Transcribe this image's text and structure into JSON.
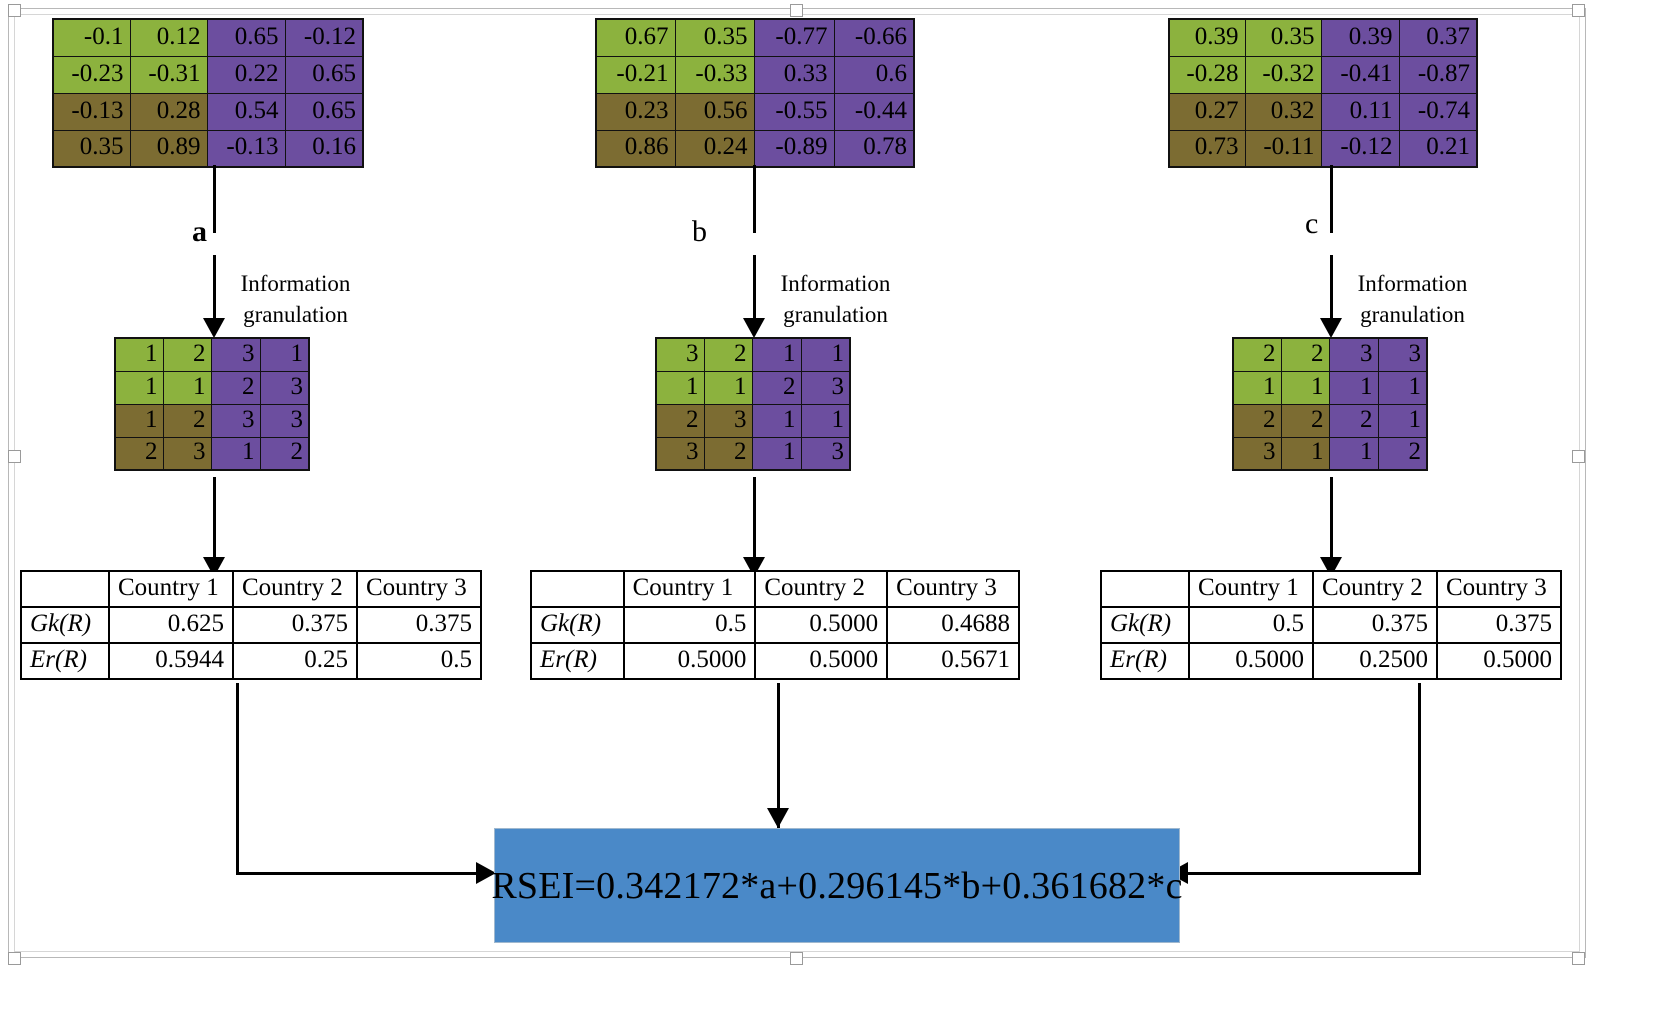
{
  "branches": [
    {
      "id": "a",
      "label": "a",
      "granulation_label": "Information\ngranulation",
      "granulation_line1": "Information",
      "granulation_line2": "granulation",
      "matrix": {
        "rows": [
          [
            "-0.1",
            "0.12",
            "0.65",
            "-0.12"
          ],
          [
            "-0.23",
            "-0.31",
            "0.22",
            "0.65"
          ],
          [
            "-0.13",
            "0.28",
            "0.54",
            "0.65"
          ],
          [
            "0.35",
            "0.89",
            "-0.13",
            "0.16"
          ]
        ],
        "cell_colors": [
          [
            "green",
            "green",
            "purple",
            "purple"
          ],
          [
            "green",
            "green",
            "purple",
            "purple"
          ],
          [
            "olive",
            "olive",
            "purple",
            "purple"
          ],
          [
            "olive",
            "olive",
            "purple",
            "purple"
          ]
        ]
      },
      "granulated": {
        "rows": [
          [
            "1",
            "2",
            "3",
            "1"
          ],
          [
            "1",
            "1",
            "2",
            "3"
          ],
          [
            "1",
            "2",
            "3",
            "3"
          ],
          [
            "2",
            "3",
            "1",
            "2"
          ]
        ],
        "cell_colors": [
          [
            "green",
            "green",
            "purple",
            "purple"
          ],
          [
            "green",
            "green",
            "purple",
            "purple"
          ],
          [
            "olive",
            "olive",
            "purple",
            "purple"
          ],
          [
            "olive",
            "olive",
            "purple",
            "purple"
          ]
        ]
      },
      "table": {
        "corner": "",
        "headers": [
          "Country 1",
          "Country 2",
          "Country 3"
        ],
        "rows": [
          {
            "label": "Gk(R)",
            "values": [
              "0.625",
              "0.375",
              "0.375"
            ]
          },
          {
            "label": "Er(R)",
            "values": [
              "0.5944",
              "0.25",
              "0.5"
            ]
          }
        ]
      }
    },
    {
      "id": "b",
      "label": "b",
      "granulation_line1": "Information",
      "granulation_line2": "granulation",
      "matrix": {
        "rows": [
          [
            "0.67",
            "0.35",
            "-0.77",
            "-0.66"
          ],
          [
            "-0.21",
            "-0.33",
            "0.33",
            "0.6"
          ],
          [
            "0.23",
            "0.56",
            "-0.55",
            "-0.44"
          ],
          [
            "0.86",
            "0.24",
            "-0.89",
            "0.78"
          ]
        ],
        "cell_colors": [
          [
            "green",
            "green",
            "purple",
            "purple"
          ],
          [
            "green",
            "green",
            "purple",
            "purple"
          ],
          [
            "olive",
            "olive",
            "purple",
            "purple"
          ],
          [
            "olive",
            "olive",
            "purple",
            "purple"
          ]
        ]
      },
      "granulated": {
        "rows": [
          [
            "3",
            "2",
            "1",
            "1"
          ],
          [
            "1",
            "1",
            "2",
            "3"
          ],
          [
            "2",
            "3",
            "1",
            "1"
          ],
          [
            "3",
            "2",
            "1",
            "3"
          ]
        ],
        "cell_colors": [
          [
            "green",
            "green",
            "purple",
            "purple"
          ],
          [
            "green",
            "green",
            "purple",
            "purple"
          ],
          [
            "olive",
            "olive",
            "purple",
            "purple"
          ],
          [
            "olive",
            "olive",
            "purple",
            "purple"
          ]
        ]
      },
      "table": {
        "corner": "",
        "headers": [
          "Country 1",
          "Country 2",
          "Country 3"
        ],
        "rows": [
          {
            "label": "Gk(R)",
            "values": [
              "0.5",
              "0.5000",
              "0.4688"
            ]
          },
          {
            "label": "Er(R)",
            "values": [
              "0.5000",
              "0.5000",
              "0.5671"
            ]
          }
        ]
      }
    },
    {
      "id": "c",
      "label": "c",
      "granulation_line1": "Information",
      "granulation_line2": "granulation",
      "matrix": {
        "rows": [
          [
            "0.39",
            "0.35",
            "0.39",
            "0.37"
          ],
          [
            "-0.28",
            "-0.32",
            "-0.41",
            "-0.87"
          ],
          [
            "0.27",
            "0.32",
            "0.11",
            "-0.74"
          ],
          [
            "0.73",
            "-0.11",
            "-0.12",
            "0.21"
          ]
        ],
        "cell_colors": [
          [
            "green",
            "green",
            "purple",
            "purple"
          ],
          [
            "green",
            "green",
            "purple",
            "purple"
          ],
          [
            "olive",
            "olive",
            "purple",
            "purple"
          ],
          [
            "olive",
            "olive",
            "purple",
            "purple"
          ]
        ]
      },
      "granulated": {
        "rows": [
          [
            "2",
            "2",
            "3",
            "3"
          ],
          [
            "1",
            "1",
            "1",
            "1"
          ],
          [
            "2",
            "2",
            "2",
            "1"
          ],
          [
            "3",
            "1",
            "1",
            "2"
          ]
        ],
        "cell_colors": [
          [
            "green",
            "green",
            "purple",
            "purple"
          ],
          [
            "green",
            "green",
            "purple",
            "purple"
          ],
          [
            "olive",
            "olive",
            "purple",
            "purple"
          ],
          [
            "olive",
            "olive",
            "purple",
            "purple"
          ]
        ]
      },
      "table": {
        "corner": "",
        "headers": [
          "Country 1",
          "Country 2",
          "Country 3"
        ],
        "rows": [
          {
            "label": "Gk(R)",
            "values": [
              "0.5",
              "0.375",
              "0.375"
            ]
          },
          {
            "label": "Er(R)",
            "values": [
              "0.5000",
              "0.2500",
              "0.5000"
            ]
          }
        ]
      }
    }
  ],
  "result": {
    "formula": "RSEI=0.342172*a+0.296145*b+0.361682*c",
    "box_color": "#4A89C8"
  },
  "colors": {
    "green": "#8CB23E",
    "olive": "#7C6C32",
    "purple": "#6C4E9F",
    "accent": "#4A89C8"
  }
}
